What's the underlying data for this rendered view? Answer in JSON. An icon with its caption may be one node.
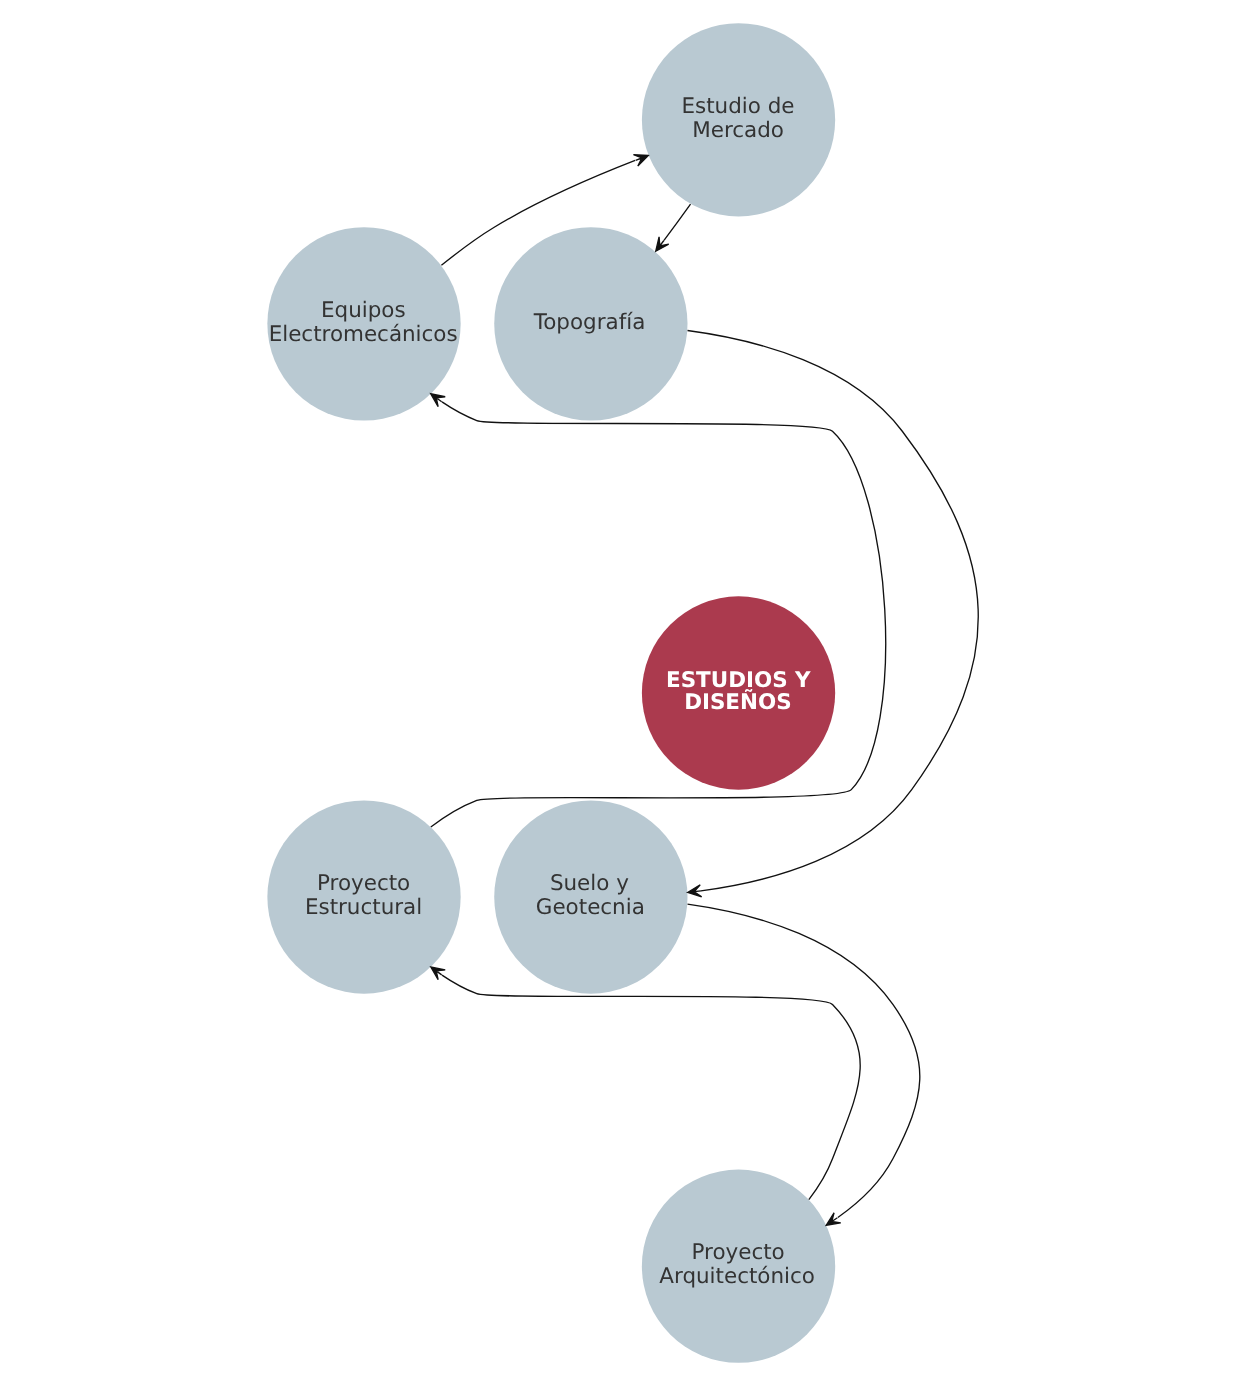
{
  "diagram": {
    "nodes": [
      {
        "text": [
          "Estudio de Mercado"
        ]
      },
      {
        "text": [
          "Equipos Electromecánicos"
        ]
      },
      {
        "text": [
          "Topografía"
        ]
      },
      {
        "text": [
          "ESTUDIOS Y DISEÑOS"
        ]
      },
      {
        "text": [
          "Proyecto Estructural"
        ]
      },
      {
        "text": [
          "Suelo y Geotecnia"
        ]
      },
      {
        "text": [
          "Proyecto Arquitectónico"
        ]
      }
    ],
    "edges": [
      {
        "from": 0,
        "to": 2,
        "arrow": "to"
      },
      {
        "from": 2,
        "to": 5,
        "arrow": "to"
      },
      {
        "from": 5,
        "to": 6,
        "arrow": "to"
      },
      {
        "from": 6,
        "to": 4,
        "arrow": "to"
      },
      {
        "from": 4,
        "to": 1,
        "arrow": "to"
      },
      {
        "from": 1,
        "to": 0,
        "arrow": "to"
      }
    ]
  }
}
